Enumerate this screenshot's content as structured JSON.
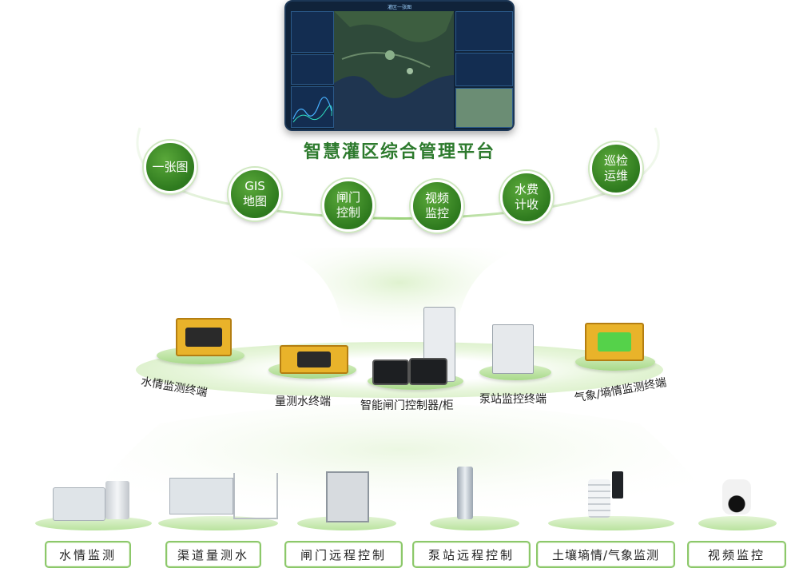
{
  "screen": {
    "title": "灌区一张图"
  },
  "platform": {
    "title": "智慧灌区综合管理平台"
  },
  "modules": [
    {
      "label": "一张图"
    },
    {
      "label": "GIS\n地图"
    },
    {
      "label": "闸门\n控制"
    },
    {
      "label": "视频\n监控"
    },
    {
      "label": "水费\n计收"
    },
    {
      "label": "巡检\n运维"
    }
  ],
  "terminals": [
    {
      "label": "水情监测终端"
    },
    {
      "label": "量测水终端"
    },
    {
      "label": "智能闸门控制器/柜"
    },
    {
      "label": "泵站监控终端"
    },
    {
      "label": "气象/墒情监测终端"
    }
  ],
  "applications": [
    {
      "label": "水情监测"
    },
    {
      "label": "渠道量测水"
    },
    {
      "label": "闸门远程控制"
    },
    {
      "label": "泵站远程控制"
    },
    {
      "label": "土壤墒情/气象监测"
    },
    {
      "label": "视频监控"
    }
  ],
  "colors": {
    "primary_green": "#2e7a1e",
    "title_green": "#2d7a2d",
    "light_green": "#cdeab6",
    "device_yellow": "#e9b32a"
  }
}
